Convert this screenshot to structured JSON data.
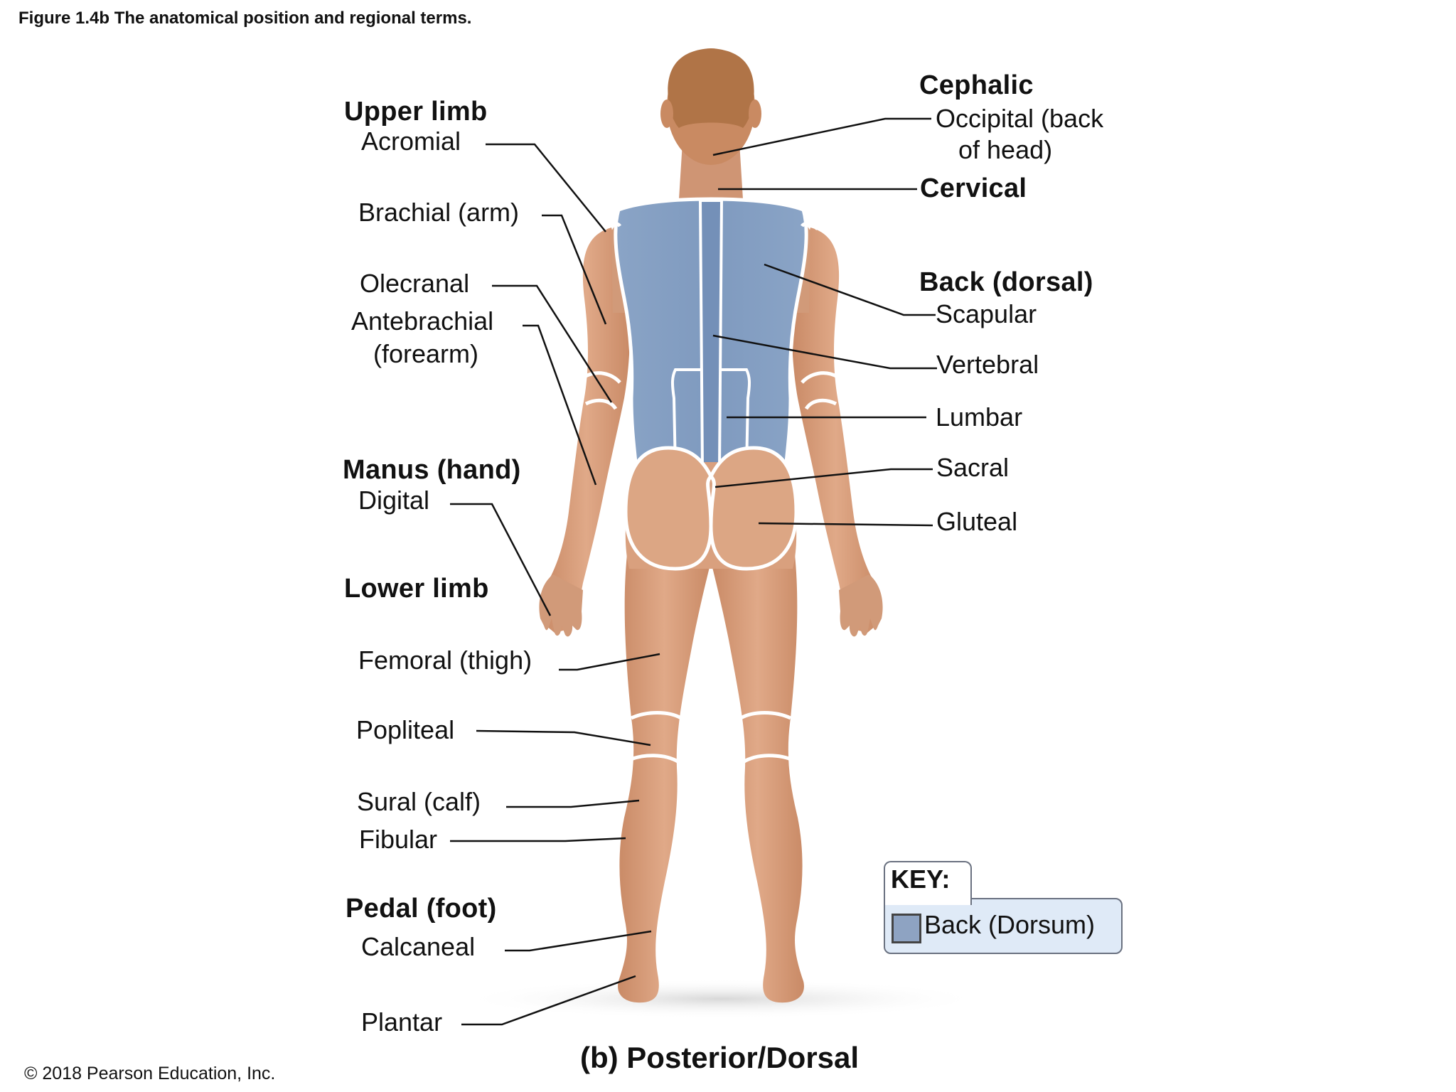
{
  "figure_title": "Figure 1.4b The anatomical position and regional terms.",
  "caption": "(b) Posterior/Dorsal",
  "copyright": "© 2018 Pearson Education, Inc.",
  "left_labels": {
    "upper_limb": "Upper limb",
    "acromial": "Acromial",
    "brachial": "Brachial (arm)",
    "olecranal": "Olecranal",
    "antebrachial": "Antebrachial",
    "forearm": "(forearm)",
    "manus": "Manus (hand)",
    "digital": "Digital",
    "lower_limb": "Lower limb",
    "femoral": "Femoral (thigh)",
    "popliteal": "Popliteal",
    "sural": "Sural (calf)",
    "fibular": "Fibular",
    "pedal": "Pedal (foot)",
    "calcaneal": "Calcaneal",
    "plantar": "Plantar"
  },
  "right_labels": {
    "cephalic": "Cephalic",
    "occipital": "Occipital (back",
    "of_head": "of head)",
    "cervical": "Cervical",
    "back_dorsal": "Back (dorsal)",
    "scapular": "Scapular",
    "vertebral": "Vertebral",
    "lumbar": "Lumbar",
    "sacral": "Sacral",
    "gluteal": "Gluteal"
  },
  "key": {
    "title": "KEY:",
    "item": "Back (Dorsum)",
    "swatch_color": "#8ea3c2"
  },
  "colors": {
    "skin": "#d9a07e",
    "skin_shadow": "#c4876a",
    "hair": "#b77d52",
    "dorsum": "#8fa8c8",
    "region_outline": "#ffffff"
  }
}
